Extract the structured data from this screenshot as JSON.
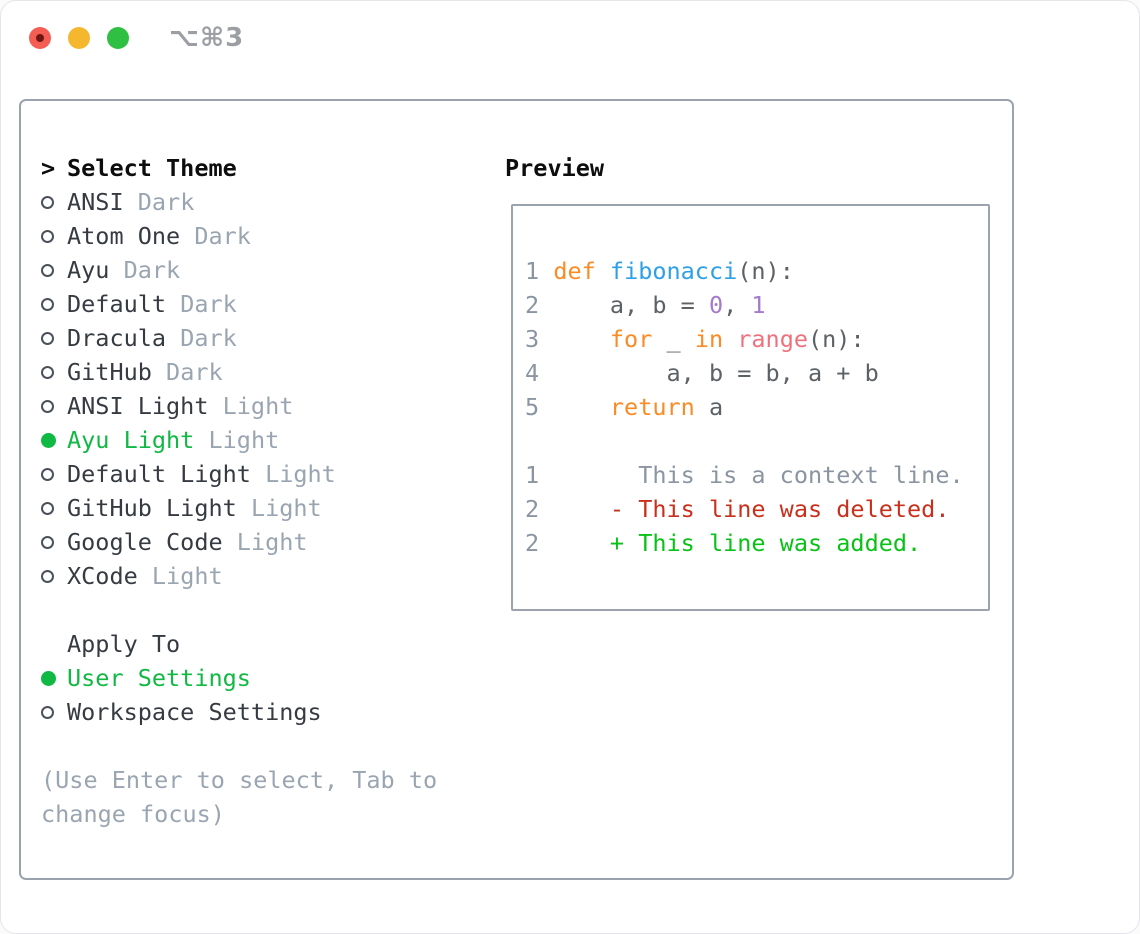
{
  "titlebar": {
    "title": "⌥⌘3",
    "buttons": [
      {
        "name": "close",
        "color": "#f35d53",
        "modified_dot": true
      },
      {
        "name": "minimize",
        "color": "#f5b72e",
        "modified_dot": false
      },
      {
        "name": "zoom",
        "color": "#2fc043",
        "modified_dot": false
      }
    ]
  },
  "theme_list": {
    "prompt": ">",
    "header": "Select Theme",
    "items": [
      {
        "name": "ANSI",
        "variant": "Dark",
        "selected": false
      },
      {
        "name": "Atom One",
        "variant": "Dark",
        "selected": false
      },
      {
        "name": "Ayu",
        "variant": "Dark",
        "selected": false
      },
      {
        "name": "Default",
        "variant": "Dark",
        "selected": false
      },
      {
        "name": "Dracula",
        "variant": "Dark",
        "selected": false
      },
      {
        "name": "GitHub",
        "variant": "Dark",
        "selected": false
      },
      {
        "name": "ANSI Light",
        "variant": "Light",
        "selected": false
      },
      {
        "name": "Ayu Light",
        "variant": "Light",
        "selected": true
      },
      {
        "name": "Default Light",
        "variant": "Light",
        "selected": false
      },
      {
        "name": "GitHub Light",
        "variant": "Light",
        "selected": false
      },
      {
        "name": "Google Code",
        "variant": "Light",
        "selected": false
      },
      {
        "name": "XCode",
        "variant": "Light",
        "selected": false
      }
    ]
  },
  "apply_to": {
    "header": "Apply To",
    "items": [
      {
        "label": "User Settings",
        "selected": true
      },
      {
        "label": "Workspace Settings",
        "selected": false
      }
    ]
  },
  "hint": "(Use Enter to select, Tab to change focus)",
  "preview": {
    "header": "Preview",
    "lines": [
      {
        "num": "1",
        "segments": [
          {
            "text": "def",
            "color": "keyword"
          },
          {
            "text": " ",
            "color": "fg"
          },
          {
            "text": "fibonacci",
            "color": "function"
          },
          {
            "text": "(n):",
            "color": "fg"
          }
        ]
      },
      {
        "num": "2",
        "segments": [
          {
            "text": "    a, b = ",
            "color": "fg"
          },
          {
            "text": "0",
            "color": "number"
          },
          {
            "text": ", ",
            "color": "fg"
          },
          {
            "text": "1",
            "color": "number"
          }
        ]
      },
      {
        "num": "3",
        "segments": [
          {
            "text": "    ",
            "color": "fg"
          },
          {
            "text": "for",
            "color": "keyword"
          },
          {
            "text": " _ ",
            "color": "fg"
          },
          {
            "text": "in",
            "color": "keyword"
          },
          {
            "text": " ",
            "color": "fg"
          },
          {
            "text": "range",
            "color": "call"
          },
          {
            "text": "(n):",
            "color": "fg"
          }
        ]
      },
      {
        "num": "4",
        "segments": [
          {
            "text": "        a, b = b, a + b",
            "color": "fg"
          }
        ]
      },
      {
        "num": "5",
        "segments": [
          {
            "text": "    ",
            "color": "fg"
          },
          {
            "text": "return",
            "color": "keyword"
          },
          {
            "text": " a",
            "color": "fg"
          }
        ]
      },
      {
        "num": "",
        "segments": []
      },
      {
        "num": "1",
        "segments": [
          {
            "text": "      This is a context line.",
            "color": "context"
          }
        ]
      },
      {
        "num": "2",
        "segments": [
          {
            "text": "    - This line was deleted.",
            "color": "deleted"
          }
        ]
      },
      {
        "num": "2",
        "segments": [
          {
            "text": "    + This line was added.",
            "color": "added"
          }
        ]
      }
    ]
  },
  "colors": {
    "selection_green": "#10b944",
    "muted_gray": "#9aa5b2",
    "list_text": "#363b42",
    "header_text": "#0d0d0d",
    "panel_border": "#9aa3ae",
    "line_number": "#8b95a1",
    "code_fg": "#5c6166",
    "syntax_keyword_orange": "#fb8b24",
    "syntax_function_blue": "#2da0e8",
    "syntax_number_purple": "#a37acc",
    "syntax_call_coral": "#f0717d",
    "diff_deleted_red": "#c9301c",
    "diff_added_green": "#09c216",
    "traffic_red": "#f35d53",
    "traffic_yellow": "#f5b72e",
    "traffic_green": "#2fc043",
    "title_gray": "#9b9ea3"
  }
}
